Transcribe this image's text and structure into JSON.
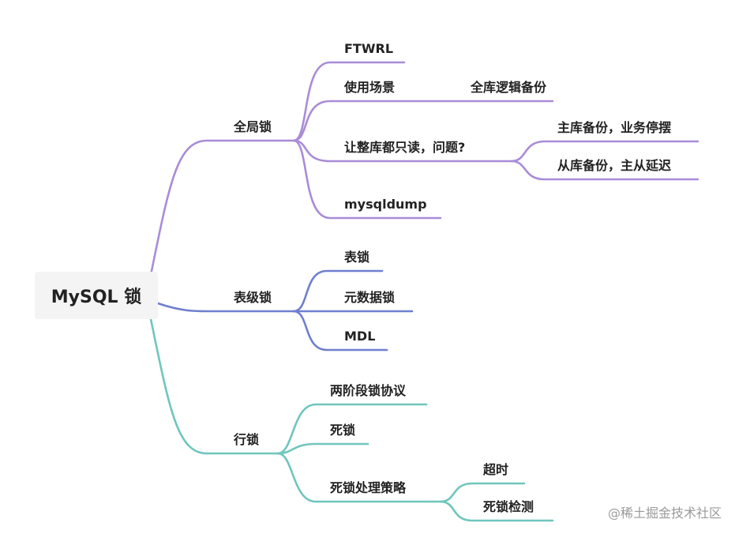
{
  "root": {
    "label": "MySQL 锁"
  },
  "colors": {
    "global": "#a98cd8",
    "table": "#6f7fcf",
    "row": "#6fc6bd",
    "text": "#222222"
  },
  "branches": {
    "global": {
      "label": "全局锁",
      "children": {
        "ftwrl": "FTWRL",
        "usage": "使用场景",
        "usage_child": "全库逻辑备份",
        "readonly": "让整库都只读，问题?",
        "readonly_child_1": "主库备份，业务停摆",
        "readonly_child_2": "从库备份，主从延迟",
        "mysqldump": "mysqldump"
      }
    },
    "table": {
      "label": "表级锁",
      "children": {
        "table_lock": "表锁",
        "metadata_lock": "元数据锁",
        "mdl": "MDL"
      }
    },
    "row": {
      "label": "行锁",
      "children": {
        "two_phase": "两阶段锁协议",
        "deadlock": "死锁",
        "deadlock_strategy": "死锁处理策略",
        "strategy_child_1": "超时",
        "strategy_child_2": "死锁检测"
      }
    }
  },
  "watermark": "@稀土掘金技术社区"
}
